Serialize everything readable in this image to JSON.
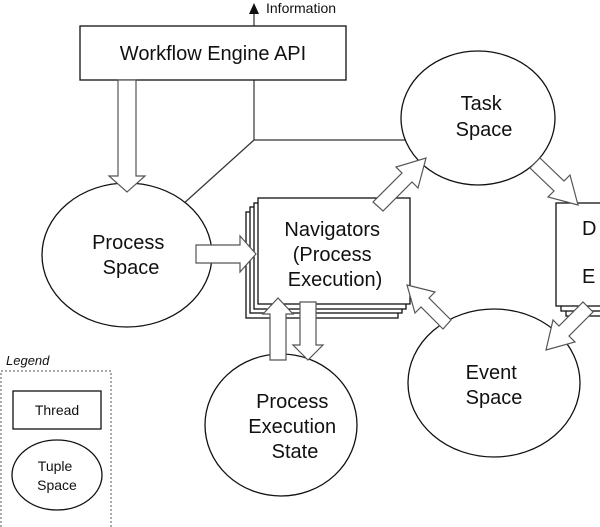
{
  "info_label": "Information",
  "api_box": {
    "label": "Workflow Engine API"
  },
  "process_space": {
    "lines": [
      "Process",
      "Space"
    ]
  },
  "task_space": {
    "lines": [
      "Task",
      "Space"
    ]
  },
  "navigators": {
    "lines": [
      "Navigators",
      "(Process",
      "Execution)"
    ]
  },
  "event_space": {
    "lines": [
      "Event",
      "Space"
    ]
  },
  "process_execution_state": {
    "lines": [
      "Process",
      "Execution",
      "State"
    ]
  },
  "cut_off_box": {
    "lines": [
      "D",
      "E"
    ]
  },
  "legend": {
    "title": "Legend",
    "thread_label": "Thread",
    "tuple_lines": [
      "Tuple",
      "Space"
    ]
  }
}
